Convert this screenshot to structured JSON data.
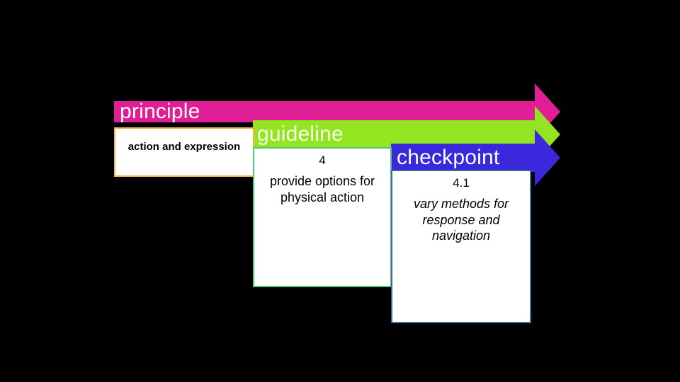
{
  "background_color": "#000000",
  "diagram": {
    "type": "cascading-chevron-hierarchy",
    "levels": [
      {
        "id": "principle",
        "banner_label": "principle",
        "banner_color": "#E21E96",
        "banner_text_color": "#FFFFFF",
        "card_border_color": "#E8B93C",
        "card_number": "",
        "card_text": "action and expression",
        "card_text_style": "bold"
      },
      {
        "id": "guideline",
        "banner_label": "guideline",
        "banner_color": "#92E520",
        "banner_text_color": "#FAFFE8",
        "card_border_color": "#4FC878",
        "card_number": "4",
        "card_text": "provide options for physical action",
        "card_text_style": "normal"
      },
      {
        "id": "checkpoint",
        "banner_label": "checkpoint",
        "banner_color": "#3B28DC",
        "banner_text_color": "#FFFFFF",
        "card_border_color": "#3F6C8E",
        "card_number": "4.1",
        "card_text": "vary methods for response and navigation",
        "card_text_style": "italic"
      }
    ]
  }
}
